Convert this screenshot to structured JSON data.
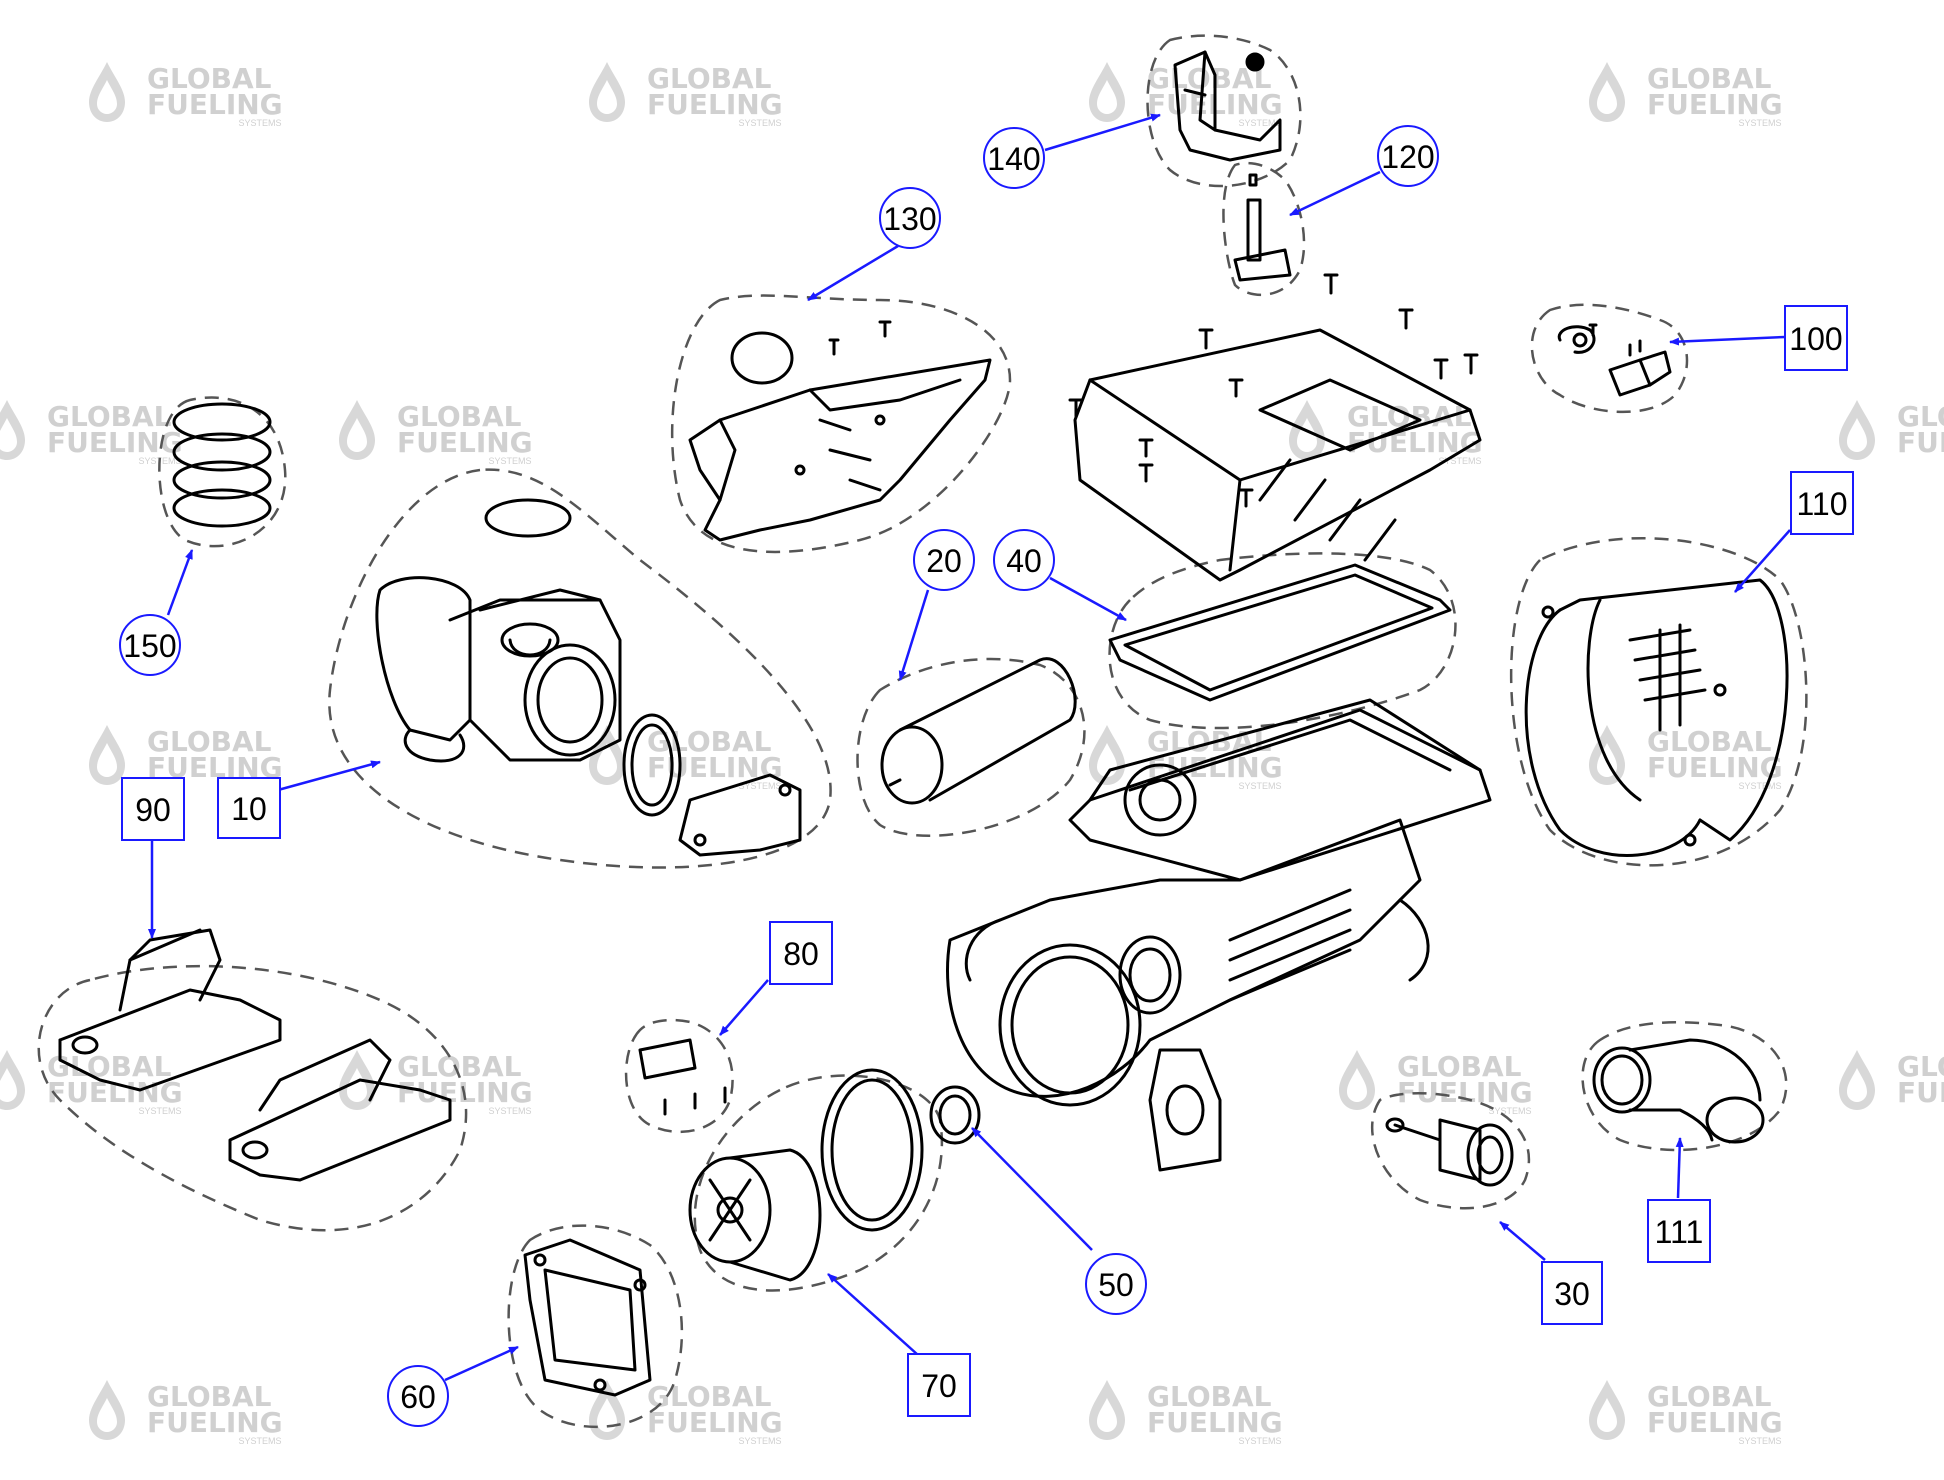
{
  "watermark": {
    "line1": "GLOBAL",
    "line2": "FUELING",
    "line3": "SYSTEMS"
  },
  "colors": {
    "callout": "#1a1aff",
    "line": "#000000",
    "dash": "#555555",
    "watermark": "#d0d0d0"
  },
  "callouts": [
    {
      "id": "10",
      "label": "10",
      "shape": "box"
    },
    {
      "id": "20",
      "label": "20",
      "shape": "circle"
    },
    {
      "id": "30",
      "label": "30",
      "shape": "box"
    },
    {
      "id": "40",
      "label": "40",
      "shape": "circle"
    },
    {
      "id": "50",
      "label": "50",
      "shape": "circle"
    },
    {
      "id": "60",
      "label": "60",
      "shape": "circle"
    },
    {
      "id": "70",
      "label": "70",
      "shape": "box"
    },
    {
      "id": "80",
      "label": "80",
      "shape": "box"
    },
    {
      "id": "90",
      "label": "90",
      "shape": "box"
    },
    {
      "id": "100",
      "label": "100",
      "shape": "box"
    },
    {
      "id": "110",
      "label": "110",
      "shape": "box"
    },
    {
      "id": "111",
      "label": "111",
      "shape": "box"
    },
    {
      "id": "120",
      "label": "120",
      "shape": "circle"
    },
    {
      "id": "130",
      "label": "130",
      "shape": "circle"
    },
    {
      "id": "140",
      "label": "140",
      "shape": "circle"
    },
    {
      "id": "150",
      "label": "150",
      "shape": "circle"
    }
  ]
}
